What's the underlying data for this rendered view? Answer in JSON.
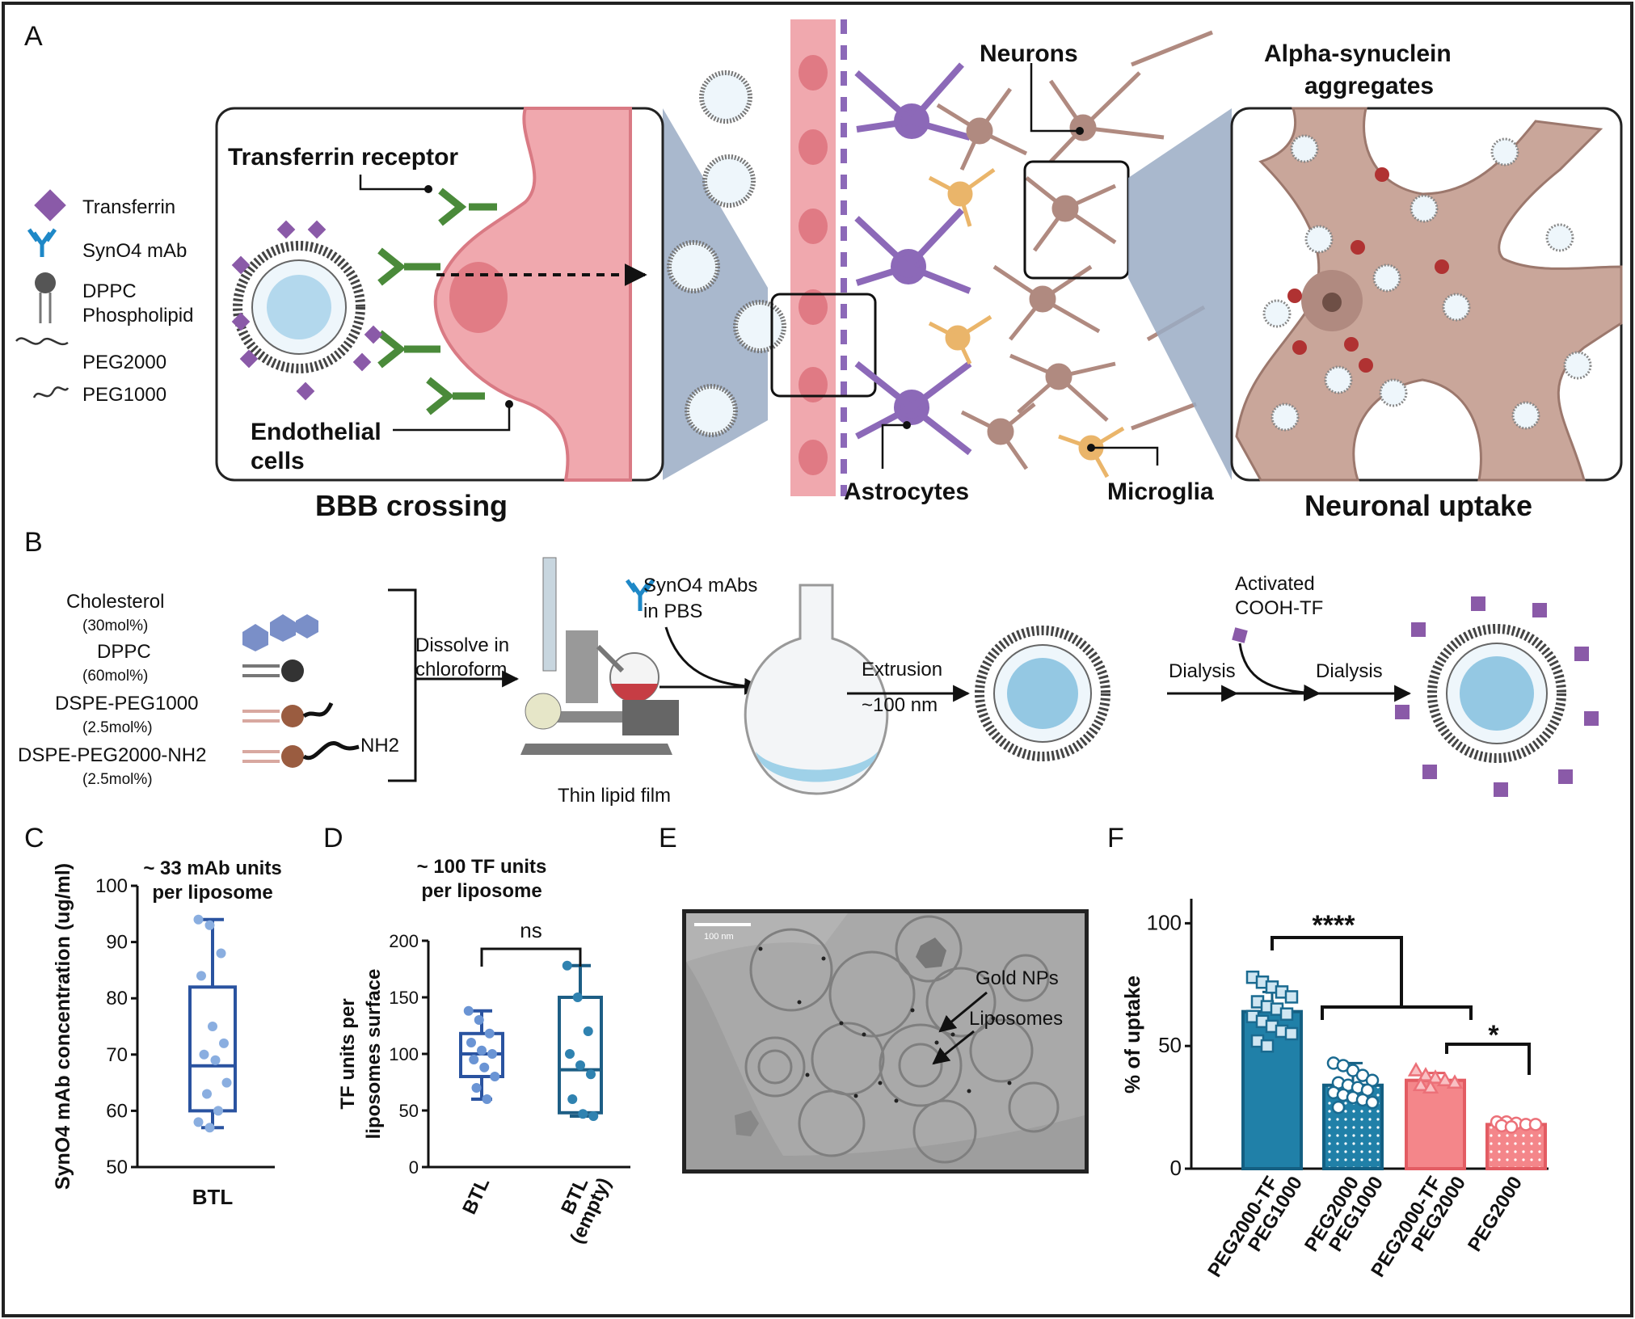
{
  "panels": {
    "A": "A",
    "B": "B",
    "C": "C",
    "D": "D",
    "E": "E",
    "F": "F"
  },
  "panel_a": {
    "legend": [
      {
        "label": "Transferrin",
        "icon": "transferrin-diamond-icon"
      },
      {
        "label": "SynO4 mAb",
        "icon": "antibody-icon"
      },
      {
        "label": "DPPC",
        "label2": "Phospholipid",
        "icon": "phospholipid-icon"
      },
      {
        "label": "PEG2000",
        "icon": "peg2000-wave-icon"
      },
      {
        "label": "PEG1000",
        "icon": "peg1000-wave-icon"
      }
    ],
    "transferrin_receptor": "Transferrin receptor",
    "endothelial_1": "Endothelial",
    "endothelial_2": "cells",
    "bbb_crossing": "BBB crossing",
    "neurons": "Neurons",
    "alpha_syn_1": "Alpha-synuclein",
    "alpha_syn_2": "aggregates",
    "astrocytes": "Astrocytes",
    "microglia": "Microglia",
    "neuronal_uptake": "Neuronal uptake",
    "colors": {
      "endothelial": "#f0a8ae",
      "astrocyte": "#8c69b8",
      "neuron": "#b08a80",
      "microglia": "#eab56a",
      "bbb_cone": "#9aabc4"
    }
  },
  "panel_b": {
    "components": [
      {
        "name": "Cholesterol",
        "ratio": "(30mol%)"
      },
      {
        "name": "DPPC",
        "ratio": "(60mol%)"
      },
      {
        "name": "DSPE-PEG1000",
        "ratio": "(2.5mol%)"
      },
      {
        "name": "DSPE-PEG2000-NH2",
        "ratio": "(2.5mol%)"
      }
    ],
    "nh2": "NH2",
    "dissolve_1": "Dissolve in",
    "dissolve_2": "chloroform",
    "thin_film": "Thin lipid film",
    "mabs_1": "SynO4 mAbs",
    "mabs_2": "in PBS",
    "extrusion": "Extrusion",
    "size": "~100 nm",
    "dialysis_1": "Dialysis",
    "activated_1": "Activated",
    "activated_2": "COOH-TF",
    "dialysis_2": "Dialysis"
  },
  "panel_c_title": [
    "~ 33 mAb units",
    "per liposome"
  ],
  "panel_d_title": [
    "~ 100 TF units",
    "per liposome"
  ],
  "panel_e": {
    "scale_bar": "100 nm",
    "gold": "Gold NPs",
    "liposomes": "Liposomes"
  },
  "chart_data": [
    {
      "type": "box",
      "panel": "C",
      "categories": [
        "BTL"
      ],
      "ylabel": "SynO4 mAb concentration (ug/ml)",
      "ylim": [
        50,
        100
      ],
      "yticks": [
        50,
        60,
        70,
        80,
        90,
        100
      ],
      "boxes": [
        {
          "category": "BTL",
          "min": 57,
          "q1": 60,
          "median": 68,
          "q3": 82,
          "max": 94,
          "points": [
            94,
            93,
            88,
            84,
            75,
            72,
            70,
            69,
            65,
            63,
            60,
            58,
            57
          ]
        }
      ],
      "color": "#2a53a0",
      "point_color": "#8aaee0"
    },
    {
      "type": "box",
      "panel": "D",
      "categories": [
        "BTL",
        "BTL\n(empty)"
      ],
      "category_lines": [
        [
          "BTL"
        ],
        [
          "BTL",
          "(empty)"
        ]
      ],
      "ylabel": "TF units per liposomes surface",
      "ylabel_lines": [
        "TF units per",
        "liposomes surface"
      ],
      "ylim": [
        0,
        200
      ],
      "yticks": [
        0,
        50,
        100,
        150,
        200
      ],
      "boxes": [
        {
          "category": "BTL",
          "min": 60,
          "q1": 80,
          "median": 100,
          "q3": 118,
          "max": 138,
          "points": [
            138,
            130,
            118,
            110,
            103,
            100,
            95,
            88,
            80,
            70,
            60
          ]
        },
        {
          "category": "BTL (empty)",
          "min": 45,
          "q1": 48,
          "median": 86,
          "q3": 150,
          "max": 178,
          "points": [
            178,
            150,
            120,
            100,
            90,
            82,
            60,
            47,
            45
          ]
        }
      ],
      "colors": [
        "#2a53a0",
        "#1d5e85"
      ],
      "point_colors": [
        "#6a94d4",
        "#2f82b0"
      ],
      "annotation": "ns"
    },
    {
      "type": "bar",
      "panel": "F",
      "categories": [
        "PEG2000-TF\nPEG1000",
        "PEG2000\nPEG1000",
        "PEG2000-TF\nPEG2000",
        "PEG2000"
      ],
      "category_lines": [
        [
          "PEG2000-TF",
          "PEG1000"
        ],
        [
          "PEG2000",
          "PEG1000"
        ],
        [
          "PEG2000-TF",
          "PEG2000"
        ],
        [
          "PEG2000"
        ]
      ],
      "values": [
        64,
        34,
        36,
        18
      ],
      "sd": [
        8,
        9,
        3,
        1.5
      ],
      "points": [
        [
          78,
          76,
          74,
          72,
          70,
          68,
          66,
          65,
          63,
          62,
          60,
          58,
          56,
          55,
          52,
          50
        ],
        [
          43,
          42,
          40,
          38,
          36,
          35,
          34,
          33,
          32,
          31,
          30,
          29,
          28,
          27,
          25
        ],
        [
          40,
          38,
          37,
          36,
          35,
          34,
          33
        ],
        [
          19,
          19,
          18.5,
          18,
          18,
          17.5,
          17
        ]
      ],
      "ylabel": "% of uptake",
      "ylim": [
        0,
        110
      ],
      "yticks": [
        0,
        50,
        100
      ],
      "colors": [
        "#2080a8",
        "#2080a8",
        "#f4868a",
        "#f4868a"
      ],
      "significance": [
        "****",
        "*"
      ]
    }
  ]
}
